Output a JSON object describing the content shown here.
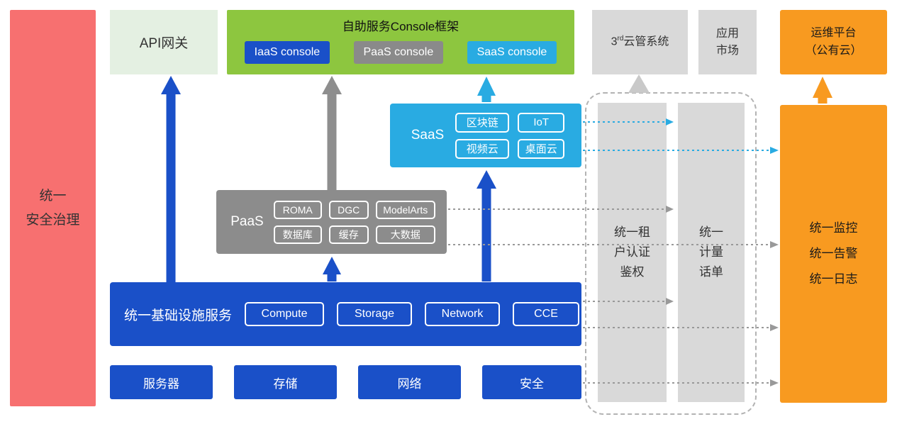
{
  "colors": {
    "blue": "#1a50c8",
    "cyan": "#29abe2",
    "green": "#8dc63f",
    "light_green": "#e4f0e2",
    "gray": "#8c8c8c",
    "light_gray": "#d9d9d9",
    "orange": "#f89a20",
    "salmon": "#f77070"
  },
  "left_bar": {
    "label": "统一\n安全治理"
  },
  "top": {
    "api_gateway": "API网关",
    "console": {
      "title": "自助服务Console框架",
      "items": [
        "IaaS console",
        "PaaS console",
        "SaaS console"
      ]
    },
    "third_cloud": {
      "num": "3",
      "sup": "rd",
      "rest": "云管系统"
    },
    "app_market": "应用\n市场",
    "om_platform": "运维平台\n（公有云）"
  },
  "saas": {
    "label": "SaaS",
    "items": [
      "区块链",
      "IoT",
      "视频云",
      "桌面云"
    ]
  },
  "paas": {
    "label": "PaaS",
    "items": [
      "ROMA",
      "DGC",
      "ModelArts",
      "数据库",
      "缓存",
      "大数据"
    ]
  },
  "infra": {
    "label": "统一基础设施服务",
    "items": [
      "Compute",
      "Storage",
      "Network",
      "CCE"
    ]
  },
  "bottom_row": {
    "items": [
      "服务器",
      "存储",
      "网络",
      "安全"
    ]
  },
  "right_panel": {
    "auth": "统一租\n户认证\n鉴权",
    "billing": "统一\n计量\n话单",
    "monitor": "统一监控\n统一告警\n统一日志"
  }
}
